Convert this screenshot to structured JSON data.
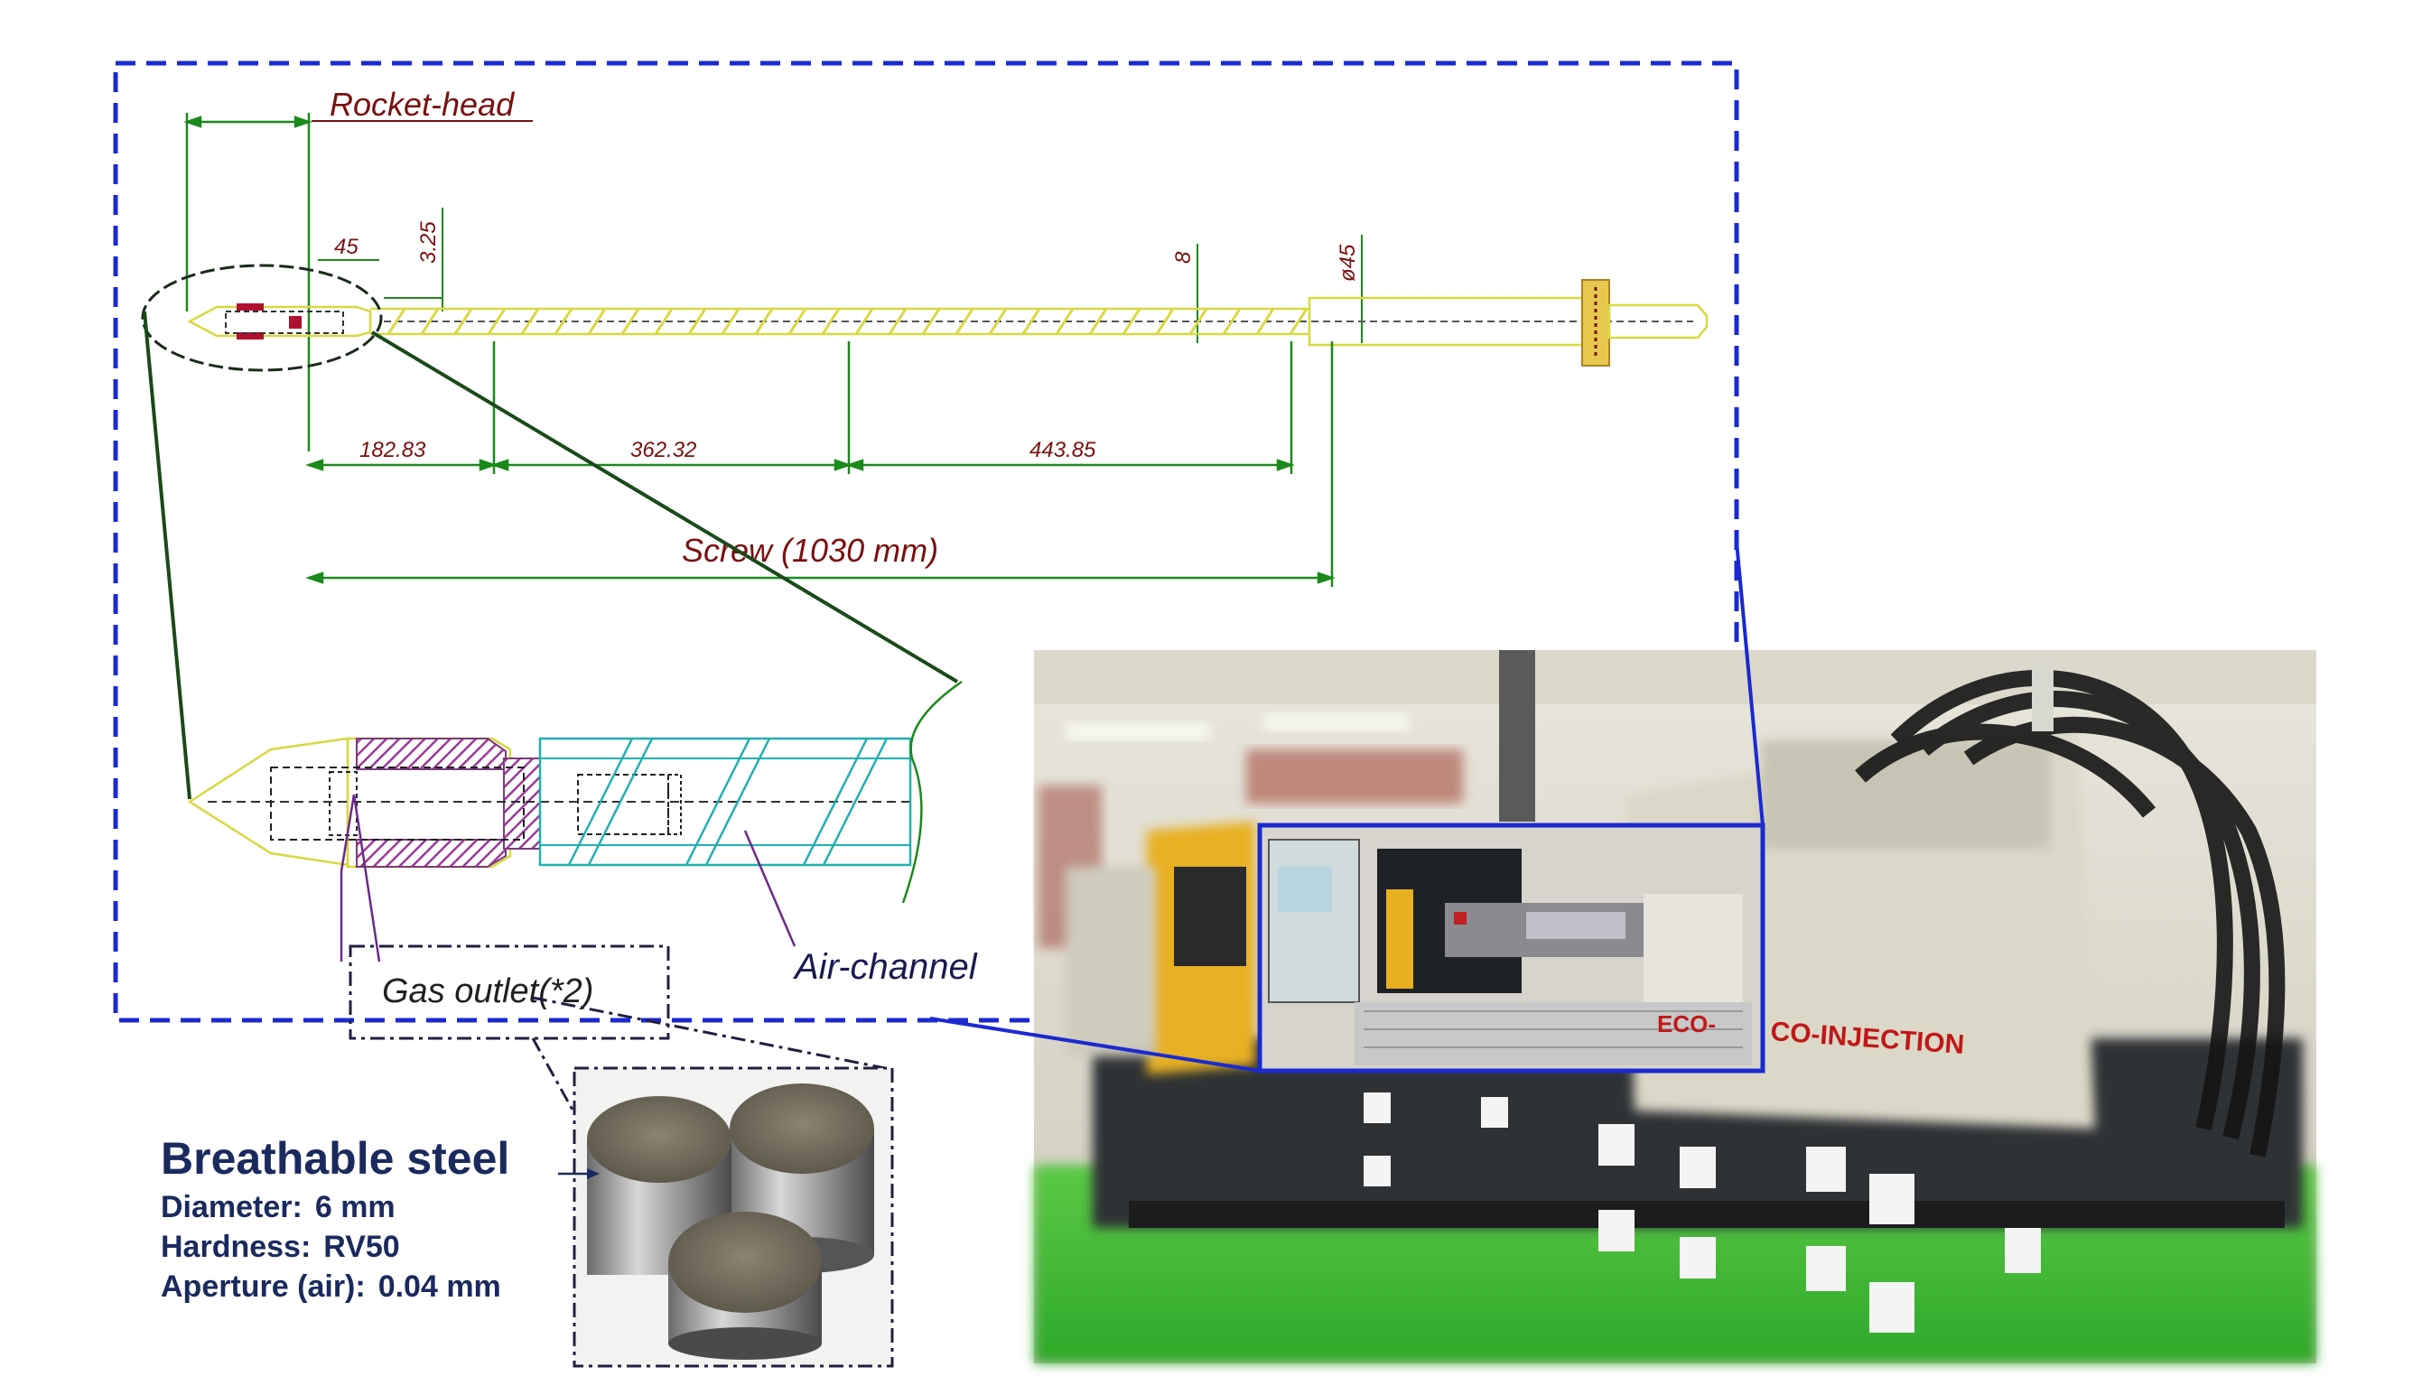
{
  "drawing": {
    "rocket_head_label": "Rocket-head",
    "screw_label": "Screw (1030 mm)",
    "dims": {
      "d45": "45",
      "d325": "3.25",
      "d8": "8",
      "dphi45": "ø45",
      "seg1": "182.83",
      "seg2": "362.32",
      "seg3": "443.85"
    },
    "gas_outlet_label": "Gas outlet(*2)",
    "air_channel_label": "Air-channel"
  },
  "steel": {
    "title": "Breathable steel",
    "specs": [
      {
        "label": "Diameter:",
        "value": "6 mm"
      },
      {
        "label": "Hardness:",
        "value": "RV50"
      },
      {
        "label": "Aperture (air):",
        "value": "0.04 mm"
      }
    ]
  },
  "machine": {
    "label_eco": "ECO-",
    "label_injection": "CO-INJECTION"
  },
  "colors": {
    "frame_blue": "#1a2ad0",
    "dim_green": "#1a8a1a",
    "screw_yellow": "#d8d840",
    "screw_cyan": "#20b0b0",
    "label_red": "#7a1010",
    "text_navy": "#1a2a5e"
  }
}
